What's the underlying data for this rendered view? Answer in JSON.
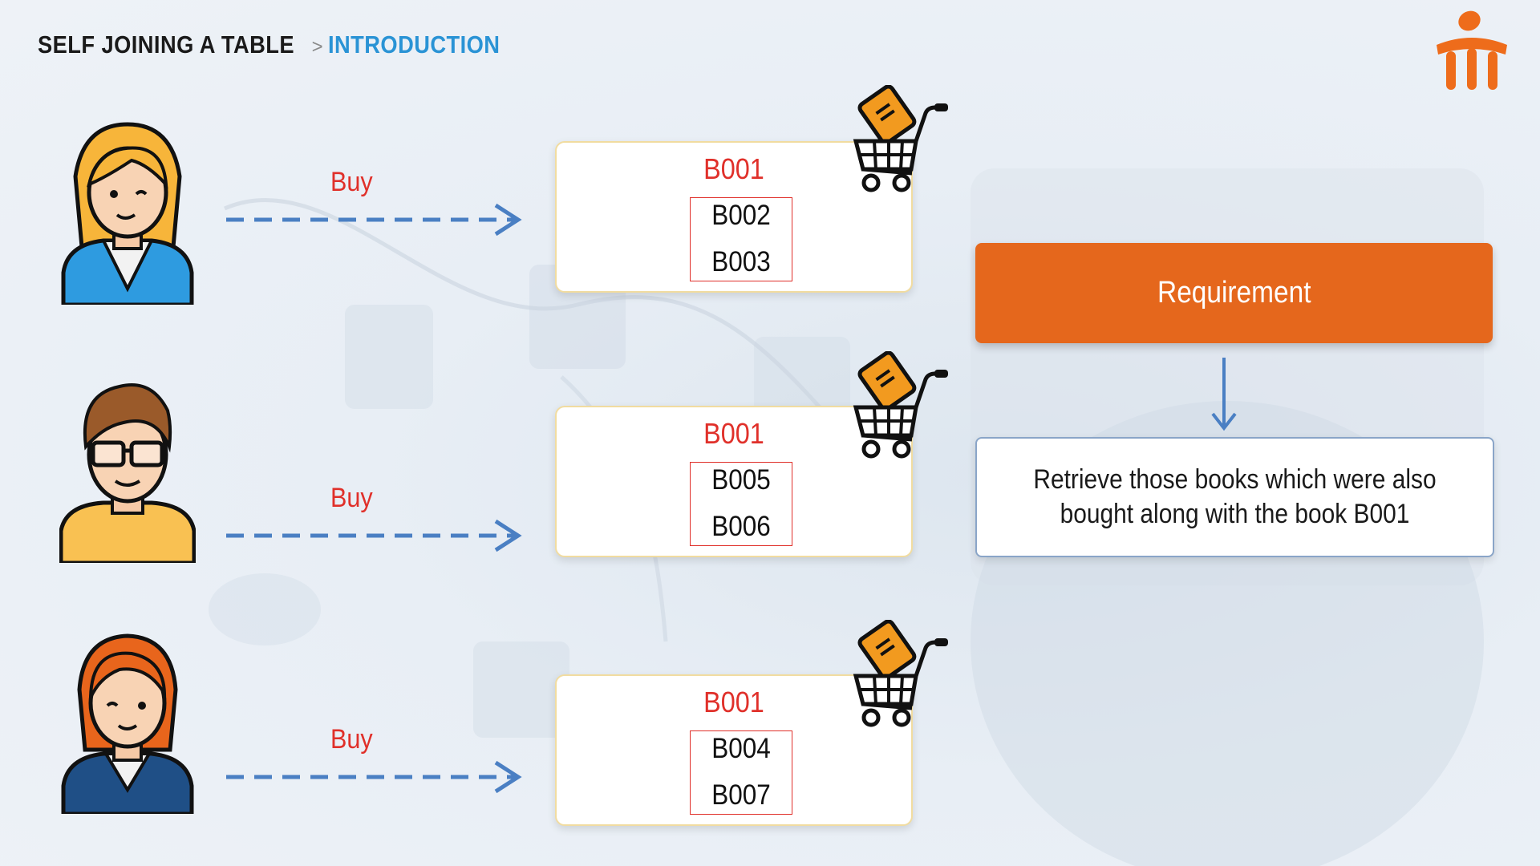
{
  "breadcrumb": {
    "section": "SELF JOINING A TABLE",
    "separator": ">",
    "page": "INTRODUCTION"
  },
  "logo": {
    "icon": "brand-logo-icon",
    "color": "#ee6c1b"
  },
  "colors": {
    "accent_orange": "#e5671c",
    "title_blue": "#2a93d5",
    "label_red": "#e0302a",
    "arrow_blue": "#4a7fc3"
  },
  "customers": [
    {
      "avatar_icon": "woman-blonde-avatar-icon",
      "action": "Buy",
      "purchase": {
        "primary_book": "B001",
        "related_books": [
          "B002",
          "B003"
        ]
      }
    },
    {
      "avatar_icon": "man-glasses-avatar-icon",
      "action": "Buy",
      "purchase": {
        "primary_book": "B001",
        "related_books": [
          "B005",
          "B006"
        ]
      }
    },
    {
      "avatar_icon": "woman-redhead-avatar-icon",
      "action": "Buy",
      "purchase": {
        "primary_book": "B001",
        "related_books": [
          "B004",
          "B007"
        ]
      }
    }
  ],
  "cart_icon": "shopping-cart-book-icon",
  "requirement": {
    "title": "Requirement",
    "line1": "Retrieve those books which were also",
    "line2": "bought along with the book B001"
  }
}
